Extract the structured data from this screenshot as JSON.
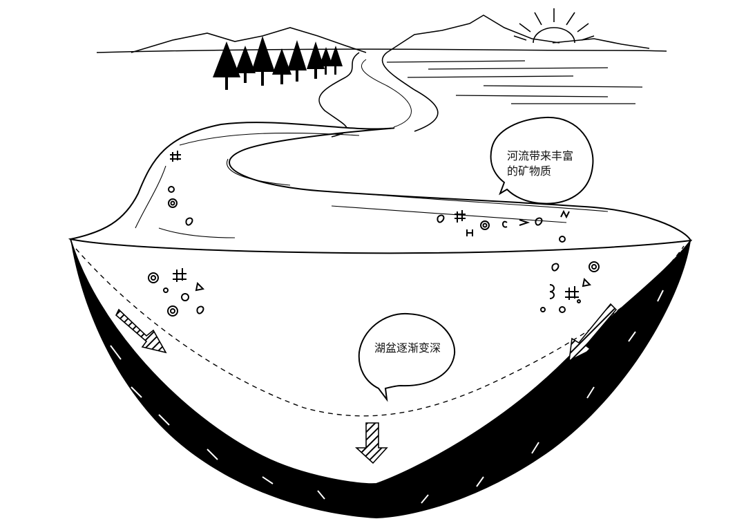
{
  "callouts": {
    "river": {
      "line1": "河流带来丰富",
      "line2": "的矿物质"
    },
    "basin": {
      "text": "湖盆逐渐变深"
    }
  },
  "colors": {
    "ink": "#000000",
    "paper": "#ffffff"
  },
  "icons": [
    "sun-icon",
    "mountains-icon",
    "pine-tree-icon",
    "river-icon",
    "arrow-icon",
    "sediment-symbols"
  ]
}
